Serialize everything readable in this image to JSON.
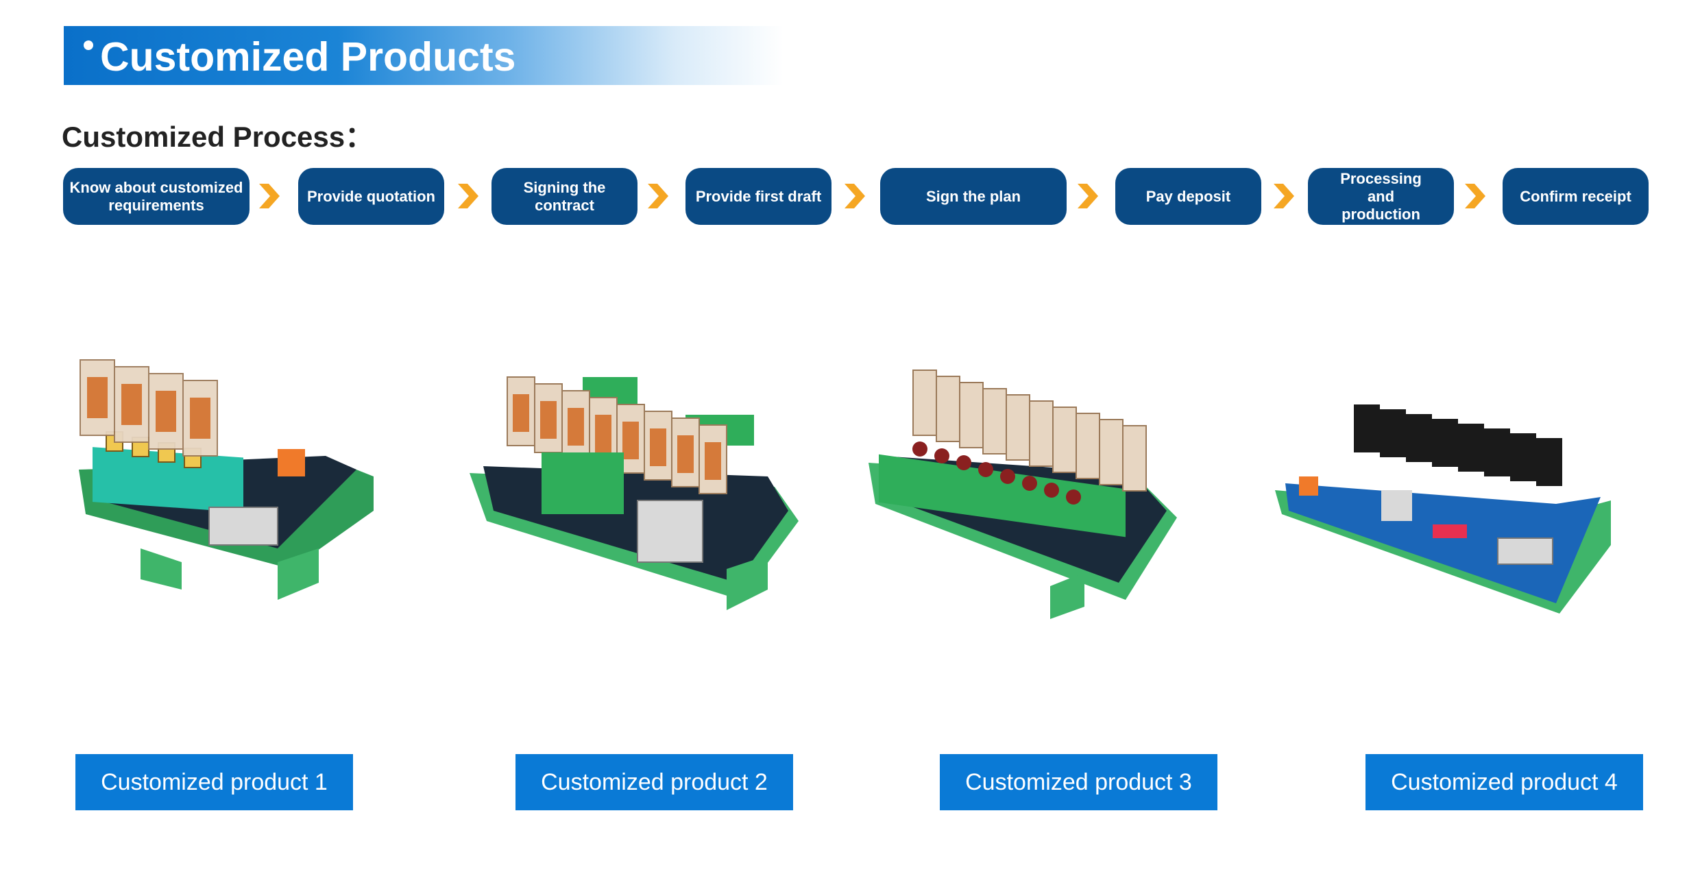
{
  "header": {
    "title": "Customized Products"
  },
  "process": {
    "label": "Customized Process：",
    "steps": [
      {
        "label": "Know about customized requirements"
      },
      {
        "label": "Provide quotation"
      },
      {
        "label": "Signing the contract"
      },
      {
        "label": "Provide first draft"
      },
      {
        "label": "Sign the plan"
      },
      {
        "label": "Pay deposit"
      },
      {
        "label": "Processing and production"
      },
      {
        "label": "Confirm receipt"
      }
    ]
  },
  "products": [
    {
      "caption": "Customized product 1"
    },
    {
      "caption": "Customized product 2"
    },
    {
      "caption": "Customized product 3"
    },
    {
      "caption": "Customized product 4"
    }
  ],
  "colors": {
    "banner": "#0a70c9",
    "step_bg": "#0a4a84",
    "arrow": "#f5a623",
    "caption_bg": "#0a7ad6",
    "rail_green": "#3fb56a"
  }
}
